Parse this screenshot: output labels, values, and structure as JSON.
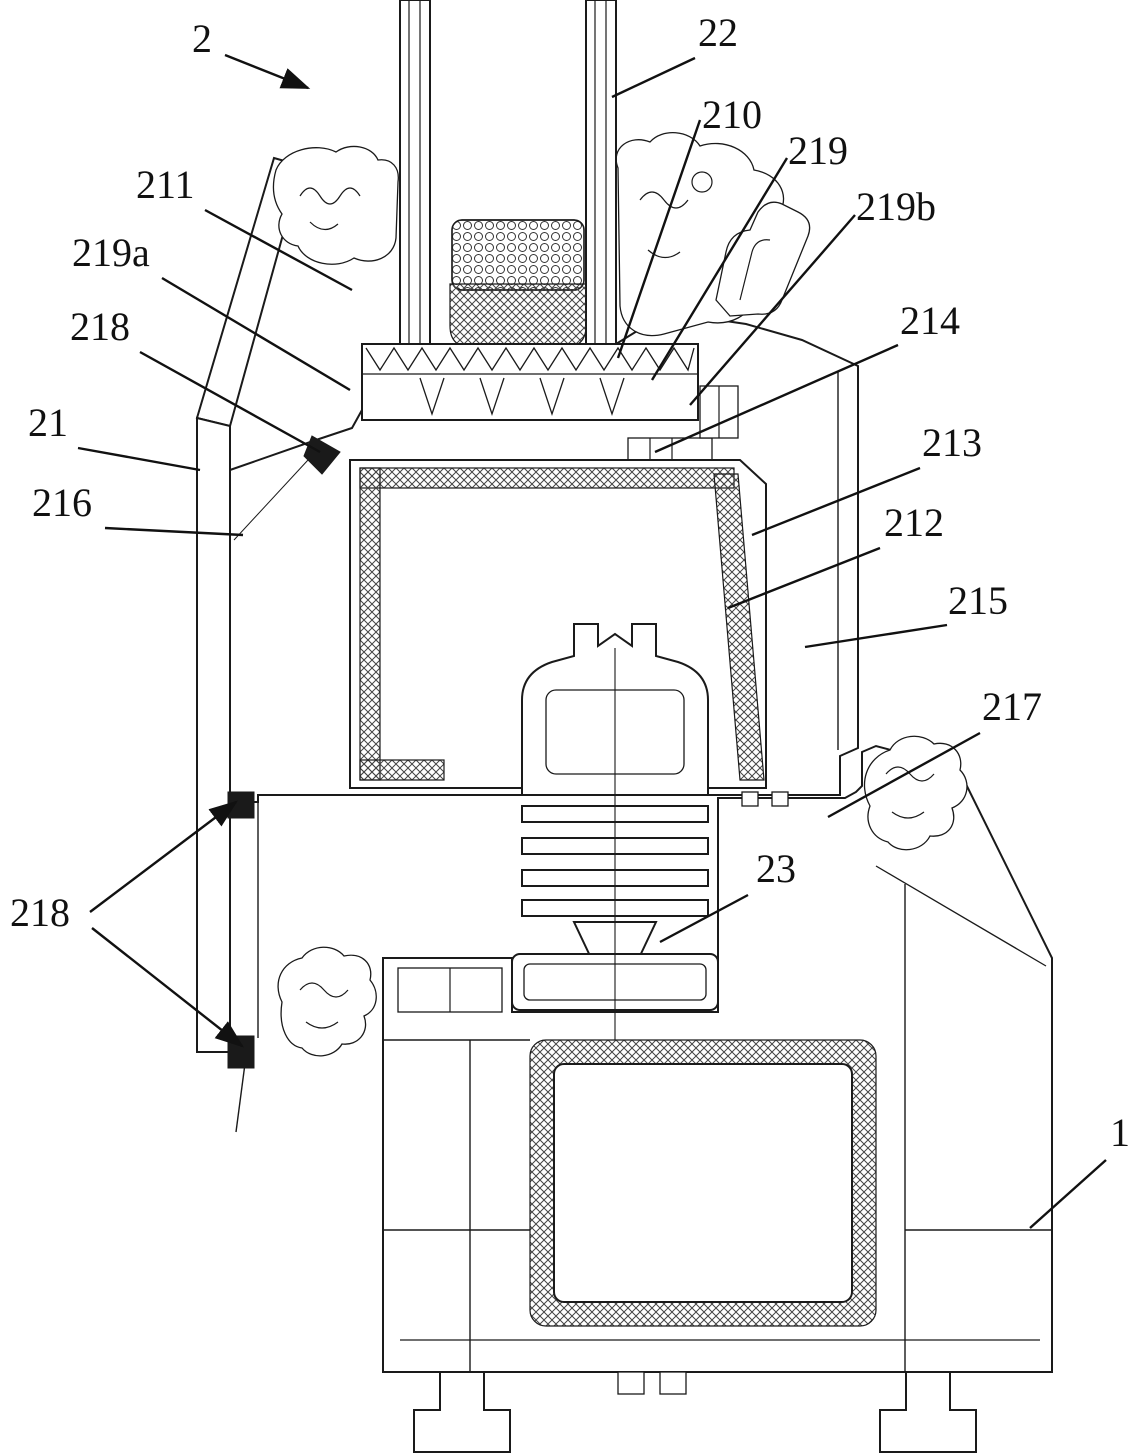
{
  "figure": {
    "colors": {
      "line": "#1a1a1a",
      "marker_fill": "#1a1a1a",
      "background": "#ffffff"
    }
  },
  "labels": [
    {
      "id": "label-2",
      "text": "2"
    },
    {
      "id": "label-22",
      "text": "22"
    },
    {
      "id": "label-210",
      "text": "210"
    },
    {
      "id": "label-219",
      "text": "219"
    },
    {
      "id": "label-219b",
      "text": "219b"
    },
    {
      "id": "label-211",
      "text": "211"
    },
    {
      "id": "label-219a",
      "text": "219a"
    },
    {
      "id": "label-218-top",
      "text": "218"
    },
    {
      "id": "label-214",
      "text": "214"
    },
    {
      "id": "label-21",
      "text": "21"
    },
    {
      "id": "label-213",
      "text": "213"
    },
    {
      "id": "label-216",
      "text": "216"
    },
    {
      "id": "label-212",
      "text": "212"
    },
    {
      "id": "label-215",
      "text": "215"
    },
    {
      "id": "label-217",
      "text": "217"
    },
    {
      "id": "label-218-left",
      "text": "218"
    },
    {
      "id": "label-23",
      "text": "23"
    },
    {
      "id": "label-1",
      "text": "1"
    }
  ]
}
